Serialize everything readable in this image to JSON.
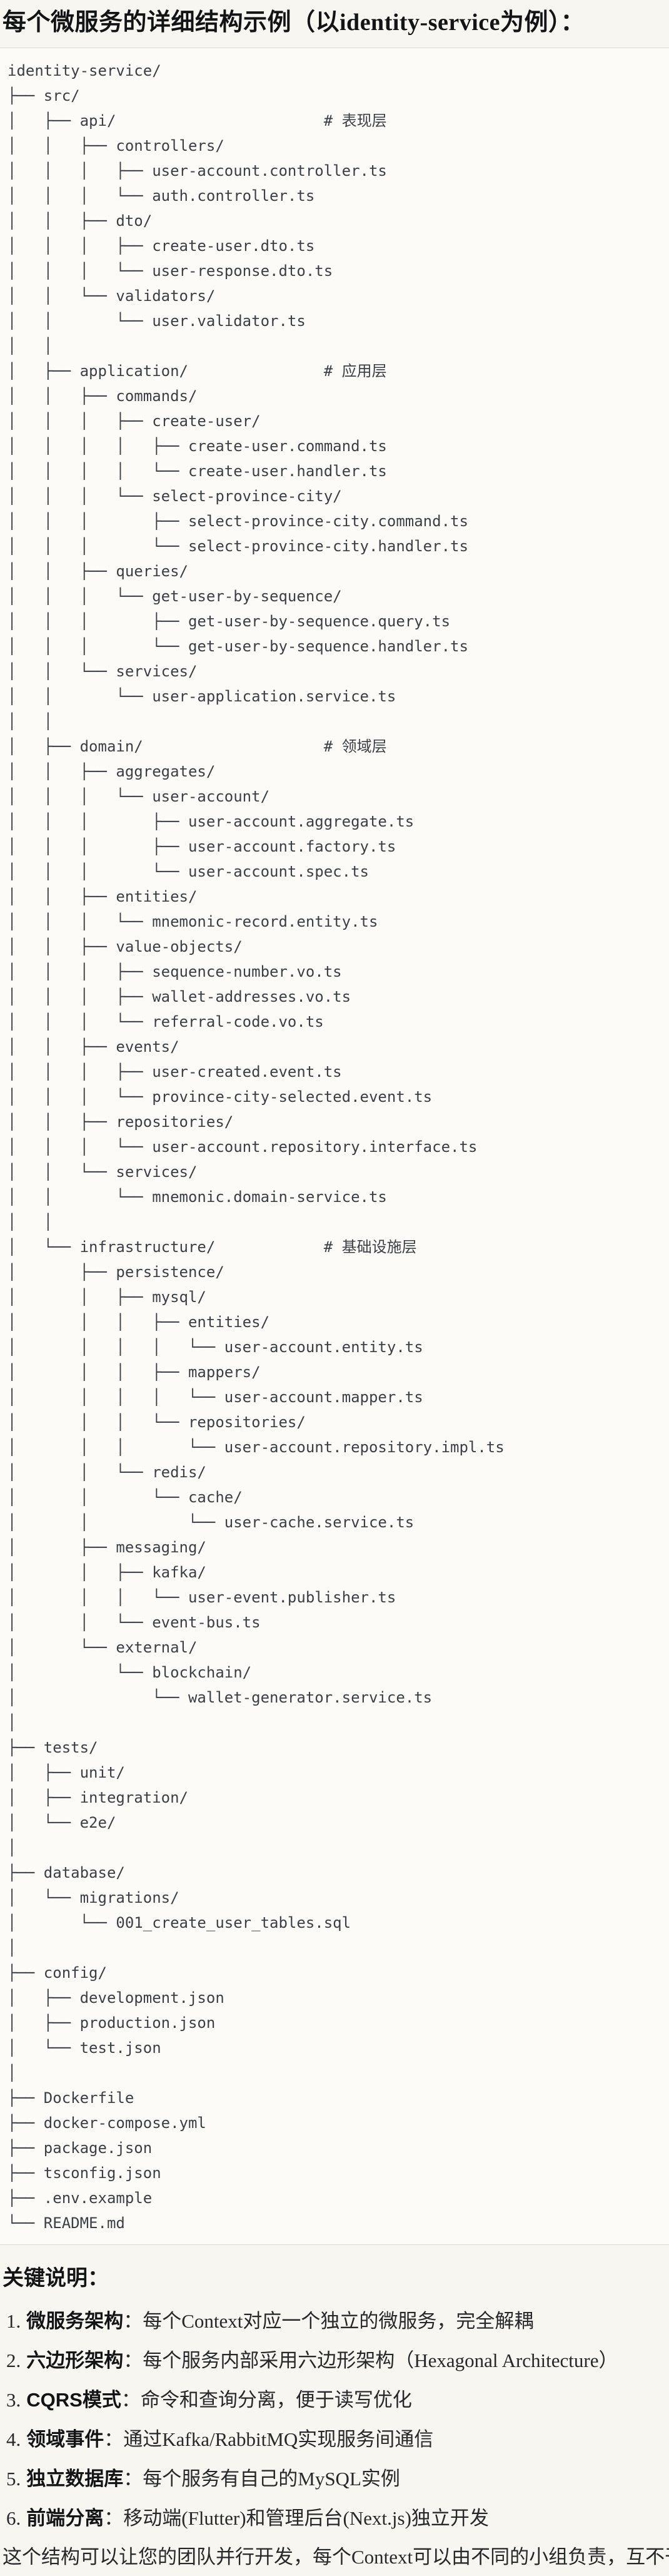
{
  "page": {
    "title": "每个微服务的详细结构示例（以identity-service为例）："
  },
  "code_block": {
    "lines": [
      "identity-service/",
      "├── src/",
      "│   ├── api/                       # 表现层",
      "│   │   ├── controllers/",
      "│   │   │   ├── user-account.controller.ts",
      "│   │   │   └── auth.controller.ts",
      "│   │   ├── dto/",
      "│   │   │   ├── create-user.dto.ts",
      "│   │   │   └── user-response.dto.ts",
      "│   │   └── validators/",
      "│   │       └── user.validator.ts",
      "│   │",
      "│   ├── application/               # 应用层",
      "│   │   ├── commands/",
      "│   │   │   ├── create-user/",
      "│   │   │   │   ├── create-user.command.ts",
      "│   │   │   │   └── create-user.handler.ts",
      "│   │   │   └── select-province-city/",
      "│   │   │       ├── select-province-city.command.ts",
      "│   │   │       └── select-province-city.handler.ts",
      "│   │   ├── queries/",
      "│   │   │   └── get-user-by-sequence/",
      "│   │   │       ├── get-user-by-sequence.query.ts",
      "│   │   │       └── get-user-by-sequence.handler.ts",
      "│   │   └── services/",
      "│   │       └── user-application.service.ts",
      "│   │",
      "│   ├── domain/                    # 领域层",
      "│   │   ├── aggregates/",
      "│   │   │   └── user-account/",
      "│   │   │       ├── user-account.aggregate.ts",
      "│   │   │       ├── user-account.factory.ts",
      "│   │   │       └── user-account.spec.ts",
      "│   │   ├── entities/",
      "│   │   │   └── mnemonic-record.entity.ts",
      "│   │   ├── value-objects/",
      "│   │   │   ├── sequence-number.vo.ts",
      "│   │   │   ├── wallet-addresses.vo.ts",
      "│   │   │   └── referral-code.vo.ts",
      "│   │   ├── events/",
      "│   │   │   ├── user-created.event.ts",
      "│   │   │   └── province-city-selected.event.ts",
      "│   │   ├── repositories/",
      "│   │   │   └── user-account.repository.interface.ts",
      "│   │   └── services/",
      "│   │       └── mnemonic.domain-service.ts",
      "│   │",
      "│   └── infrastructure/            # 基础设施层",
      "│       ├── persistence/",
      "│       │   ├── mysql/",
      "│       │   │   ├── entities/",
      "│       │   │   │   └── user-account.entity.ts",
      "│       │   │   ├── mappers/",
      "│       │   │   │   └── user-account.mapper.ts",
      "│       │   │   └── repositories/",
      "│       │   │       └── user-account.repository.impl.ts",
      "│       │   └── redis/",
      "│       │       └── cache/",
      "│       │           └── user-cache.service.ts",
      "│       ├── messaging/",
      "│       │   ├── kafka/",
      "│       │   │   └── user-event.publisher.ts",
      "│       │   └── event-bus.ts",
      "│       └── external/",
      "│           └── blockchain/",
      "│               └── wallet-generator.service.ts",
      "│",
      "├── tests/",
      "│   ├── unit/",
      "│   ├── integration/",
      "│   └── e2e/",
      "│",
      "├── database/",
      "│   └── migrations/",
      "│       └── 001_create_user_tables.sql",
      "│",
      "├── config/",
      "│   ├── development.json",
      "│   ├── production.json",
      "│   └── test.json",
      "│",
      "├── Dockerfile",
      "├── docker-compose.yml",
      "├── package.json",
      "├── tsconfig.json",
      "├── .env.example",
      "└── README.md"
    ]
  },
  "notes": {
    "heading": "关键说明：",
    "colon": "：",
    "items": [
      {
        "num": "1.",
        "label": "微服务架构",
        "text": "每个Context对应一个独立的微服务，完全解耦"
      },
      {
        "num": "2.",
        "label": "六边形架构",
        "text": "每个服务内部采用六边形架构（Hexagonal Architecture）"
      },
      {
        "num": "3.",
        "label": "CQRS模式",
        "text": "命令和查询分离，便于读写优化"
      },
      {
        "num": "4.",
        "label": "领域事件",
        "text": "通过Kafka/RabbitMQ实现服务间通信"
      },
      {
        "num": "5.",
        "label": "独立数据库",
        "text": "每个服务有自己的MySQL实例"
      },
      {
        "num": "6.",
        "label": "前端分离",
        "text": "移动端(Flutter)和管理后台(Next.js)独立开发"
      }
    ],
    "closing": "这个结构可以让您的团队并行开发，每个Context可以由不同的小组负责，互不干扰。"
  },
  "colors": {
    "page_bg": "#f7f6f1",
    "code_bg": "#fcfbf8",
    "code_border": "#dedbd5",
    "code_text": "#3b4046",
    "heading_text": "#121416",
    "body_text": "#26282a"
  }
}
